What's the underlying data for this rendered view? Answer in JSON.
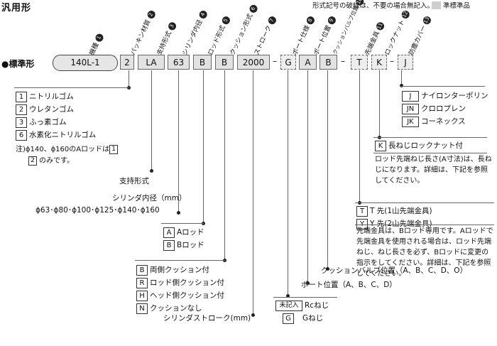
{
  "title": "汎用形",
  "top_note": "形式記号の破線は、不要の場合無記入。",
  "legend_label": "準標準品",
  "standard_label": "●標準形",
  "model": "140L-1",
  "segments": [
    "2",
    "LA",
    "63",
    "B",
    "B",
    "2000",
    "G",
    "A",
    "B",
    "T",
    "K",
    "J"
  ],
  "separator": "–",
  "callouts": [
    {
      "label": "機種",
      "num": "1"
    },
    {
      "label": "パッキン材質",
      "num": "2"
    },
    {
      "label": "支持形式",
      "num": "3"
    },
    {
      "label": "シリンダ内径",
      "num": "4"
    },
    {
      "label": "ロッド形式",
      "num": "5"
    },
    {
      "label": "クッション形式",
      "num": "6"
    },
    {
      "label": "ストローク",
      "num": "7"
    },
    {
      "label": "ポート仕様",
      "num": "8"
    },
    {
      "label": "ポート位置",
      "num": "9"
    },
    {
      "label": "クッションバルブ位置",
      "num": "10"
    },
    {
      "label": "先端金具",
      "num": "11"
    },
    {
      "label": "ロックナット",
      "num": "12"
    },
    {
      "label": "防塵カバー",
      "num": "13"
    }
  ],
  "packing": {
    "options": [
      {
        "code": "1",
        "label": "ニトリルゴム"
      },
      {
        "code": "2",
        "label": "ウレタンゴム"
      },
      {
        "code": "3",
        "label": "ふっ素ゴム"
      },
      {
        "code": "6",
        "label": "水素化ニトリルゴム"
      }
    ],
    "note_line1_a": "注)ϕ140、ϕ160のAロッドは",
    "note_code1": "1",
    "note_code2": "2",
    "note_line2": "のみです。"
  },
  "support_label": "支持形式",
  "bore": {
    "label": "シリンダ内径（mm）",
    "values": "ϕ63･ϕ80･ϕ100･ϕ125･ϕ140･ϕ160"
  },
  "rod": [
    {
      "code": "A",
      "label": "Aロッド"
    },
    {
      "code": "B",
      "label": "Bロッド"
    }
  ],
  "cushion": [
    {
      "code": "B",
      "label": "両側クッション付"
    },
    {
      "code": "R",
      "label": "ロッド側クッション付"
    },
    {
      "code": "H",
      "label": "ヘッド側クッション付"
    },
    {
      "code": "N",
      "label": "クッションなし"
    }
  ],
  "stroke_label": "シリンダストローク(mm)",
  "port_spec": [
    {
      "code": "未記入",
      "label": "Rcねじ"
    },
    {
      "code": "G",
      "label": "Gねじ"
    }
  ],
  "port_position_label": "ポート位置（A、B、C、D）",
  "cushion_valve_label": "クッションバルブ位置（A、B、C、D、O）",
  "rod_end": {
    "options": [
      {
        "code": "T",
        "label": "T 先(1山先端金具)"
      },
      {
        "code": "Y",
        "label": "Y 先(2山先端金具)"
      }
    ],
    "note": "先端金具は、Bロッド専用です。Aロッドで先端金具を使用される場合は、ロッド先端ねじ、ねじ長さを必ず、Bロッドに変更の指示をしてください。詳細は、下記を参照してください。"
  },
  "locknut": {
    "code": "K",
    "label": "長ねじロックナット付",
    "note": "ロッド先端ねじ長さ(A寸法)は、長ねじになります。詳細は、下記を参照してください。"
  },
  "dust_cover": [
    {
      "code": "J",
      "label": "ナイロンターポリン"
    },
    {
      "code": "JN",
      "label": "クロロプレン"
    },
    {
      "code": "JK",
      "label": "コーネックス"
    }
  ]
}
